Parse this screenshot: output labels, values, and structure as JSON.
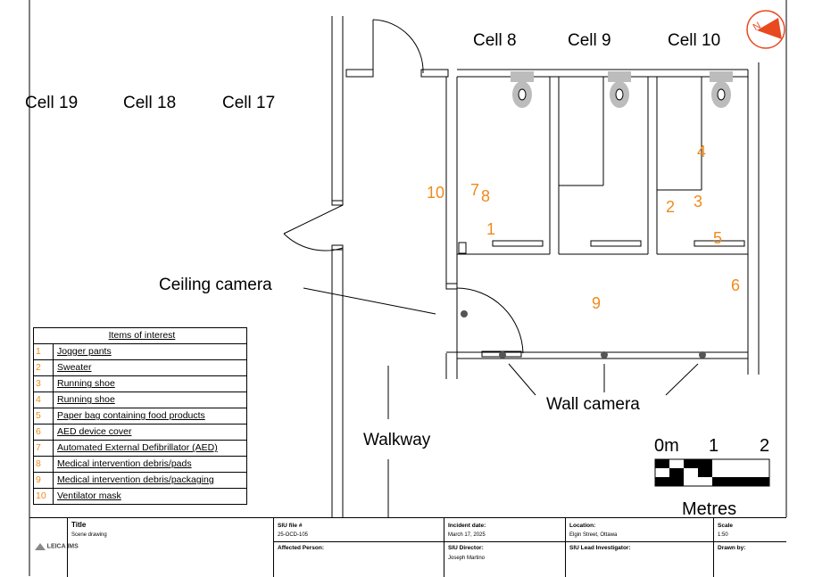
{
  "cells": {
    "cell8": "Cell 8",
    "cell9": "Cell 9",
    "cell10": "Cell 10",
    "cell19": "Cell 19",
    "cell18": "Cell 18",
    "cell17": "Cell 17"
  },
  "labels": {
    "ceiling_camera": "Ceiling camera",
    "wall_camera": "Wall camera",
    "walkway": "Walkway"
  },
  "markers": [
    "1",
    "2",
    "3",
    "4",
    "5",
    "6",
    "7",
    "8",
    "9",
    "10"
  ],
  "legend": {
    "title": "Items of interest",
    "items": [
      {
        "n": "1",
        "text": "Jogger pants"
      },
      {
        "n": "2",
        "text": "Sweater"
      },
      {
        "n": "3",
        "text": "Running shoe"
      },
      {
        "n": "4",
        "text": "Running shoe"
      },
      {
        "n": "5",
        "text": "Paper bag containing food products"
      },
      {
        "n": "6",
        "text": "AED device cover"
      },
      {
        "n": "7",
        "text": "Automated External Defibrillator (AED)"
      },
      {
        "n": "8",
        "text": "Medical intervention debris/pads"
      },
      {
        "n": "9",
        "text": "Medical intervention debris/packaging"
      },
      {
        "n": "10",
        "text": "Ventilator mask"
      }
    ]
  },
  "scale": {
    "ticks": [
      "0m",
      "1",
      "2"
    ],
    "unit": "Metres"
  },
  "title_block": {
    "logo": "LEICA IMS",
    "title_h": "Title",
    "title_v": "Scene drawing",
    "siu_file_h": "SIU file #",
    "siu_file_v": "25-OCD-105",
    "affected_h": "Affected Person:",
    "incident_h": "Incident date:",
    "incident_v": "March 17, 2025",
    "director_h": "SIU Director:",
    "director_v": "Joseph Martino",
    "location_h": "Location:",
    "location_v": "Elgin Street, Ottawa",
    "lead_h": "SIU Lead Investigator:",
    "scale_h": "Scale",
    "scale_v": "1:50",
    "drawn_h": "Drawn by:"
  },
  "colors": {
    "marker": "#f08a1c",
    "north_arrow": "#e8491f",
    "toilet": "#bcbcbc",
    "camera": "#555555"
  }
}
